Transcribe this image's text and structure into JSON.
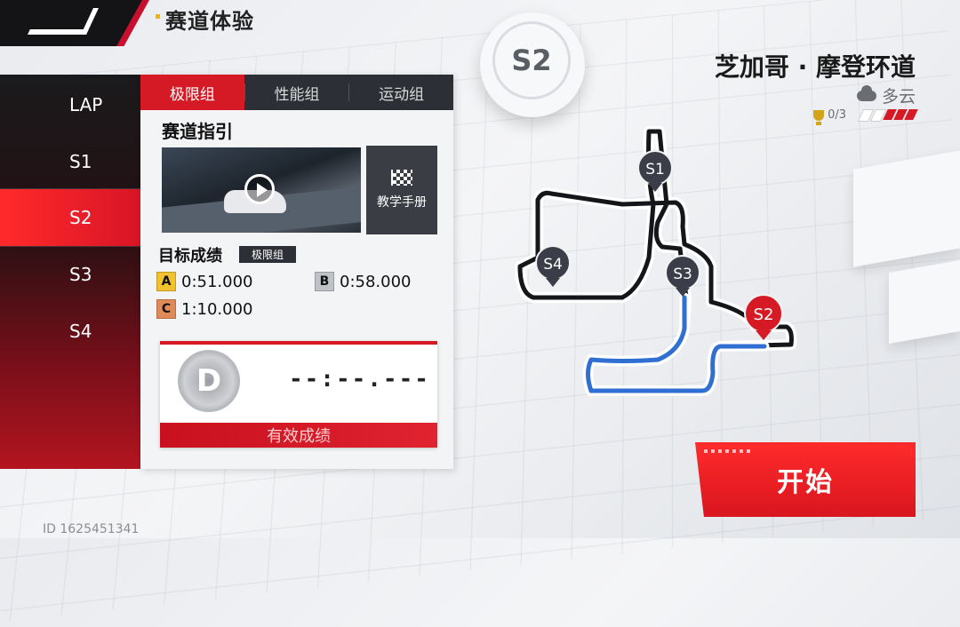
{
  "header": {
    "title": "赛道体验"
  },
  "sector_nav": {
    "items": [
      {
        "label": "LAP",
        "active": false
      },
      {
        "label": "S1",
        "active": false
      },
      {
        "label": "S2",
        "active": true
      },
      {
        "label": "S3",
        "active": false
      },
      {
        "label": "S4",
        "active": false
      }
    ]
  },
  "panel": {
    "tabs": [
      {
        "label": "极限组",
        "active": true
      },
      {
        "label": "性能组",
        "active": false
      },
      {
        "label": "运动组",
        "active": false
      }
    ],
    "guide_title": "赛道指引",
    "manual_label": "教学手册",
    "target_title": "目标成绩",
    "target_badge": "极限组",
    "grades": [
      {
        "grade": "A",
        "time": "0:51.000",
        "color": "#f2c12e"
      },
      {
        "grade": "B",
        "time": "0:58.000",
        "color": "#bfc2c6"
      },
      {
        "grade": "C",
        "time": "1:10.000",
        "color": "#e08a5a"
      }
    ],
    "best": {
      "grade": "D",
      "time": "--:--.---",
      "footer": "有效成绩"
    }
  },
  "track": {
    "current_sector": "S2",
    "name": "芝加哥 · 摩登环道",
    "weather": "多云",
    "trophy_progress": "0/3",
    "markers": [
      {
        "label": "S1",
        "highlight": false
      },
      {
        "label": "S4",
        "highlight": false
      },
      {
        "label": "S3",
        "highlight": false
      },
      {
        "label": "S2",
        "highlight": true
      }
    ]
  },
  "colors": {
    "accent": "#d61a25",
    "route_highlight": "#2f6fd1"
  },
  "start_button": {
    "label": "开始"
  },
  "footer": {
    "id": "ID 1625451341"
  }
}
